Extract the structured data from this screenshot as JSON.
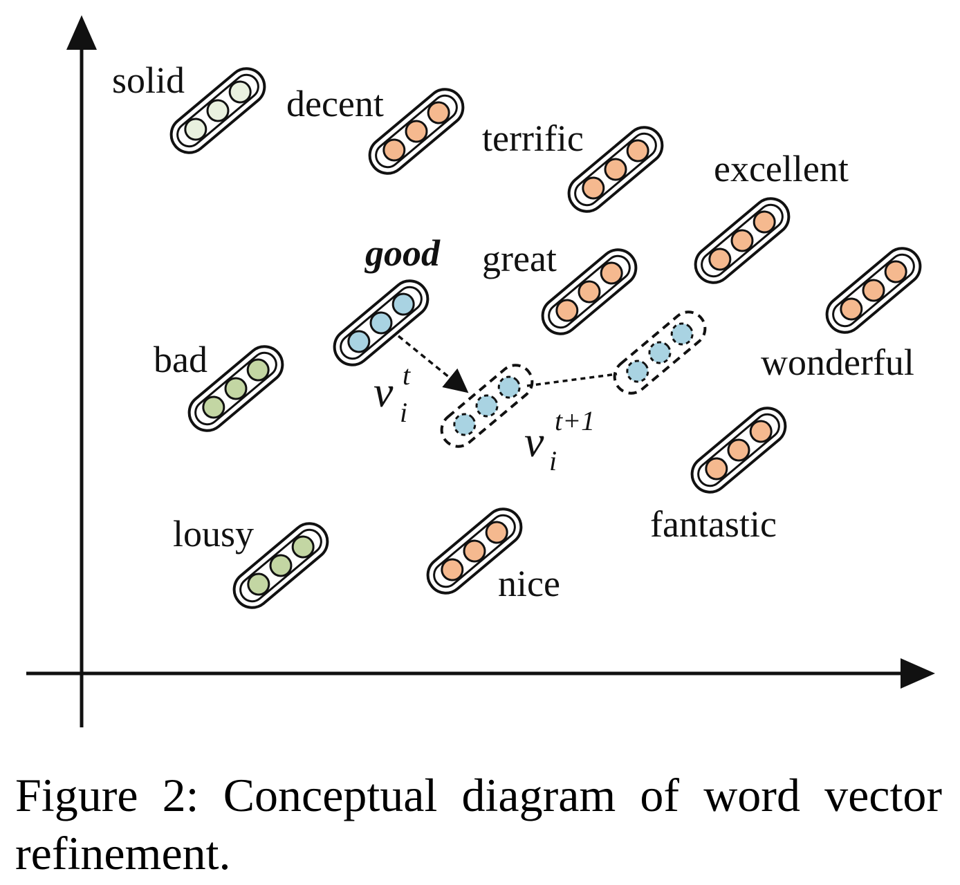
{
  "colors": {
    "positive": "#f5b98f",
    "negative": "#c3d6a3",
    "neutral": "#e9f1df",
    "target": "#a9d3e2",
    "outline": "#111111"
  },
  "words": [
    {
      "id": "solid",
      "label": "solid",
      "fill": "neutral"
    },
    {
      "id": "decent",
      "label": "decent",
      "fill": "positive"
    },
    {
      "id": "terrific",
      "label": "terrific",
      "fill": "positive"
    },
    {
      "id": "excellent",
      "label": "excellent",
      "fill": "positive"
    },
    {
      "id": "good",
      "label": "good",
      "fill": "target",
      "emphasis": true
    },
    {
      "id": "great",
      "label": "great",
      "fill": "positive"
    },
    {
      "id": "wonderful",
      "label": "wonderful",
      "fill": "positive"
    },
    {
      "id": "bad",
      "label": "bad",
      "fill": "negative"
    },
    {
      "id": "fantastic",
      "label": "fantastic",
      "fill": "positive"
    },
    {
      "id": "lousy",
      "label": "lousy",
      "fill": "negative"
    },
    {
      "id": "nice",
      "label": "nice",
      "fill": "positive"
    }
  ],
  "moved_vectors": [
    {
      "id": "vt",
      "fill": "target",
      "style": "dashed"
    },
    {
      "id": "vt1",
      "fill": "target",
      "style": "dashed"
    }
  ],
  "labels": {
    "v_t_base": "v",
    "v_t_sub": "i",
    "v_t_sup": "t",
    "v_t1_base": "v",
    "v_t1_sub": "i",
    "v_t1_sup": "t+1"
  },
  "caption": "Figure 2:  Conceptual diagram of word vector refinement."
}
